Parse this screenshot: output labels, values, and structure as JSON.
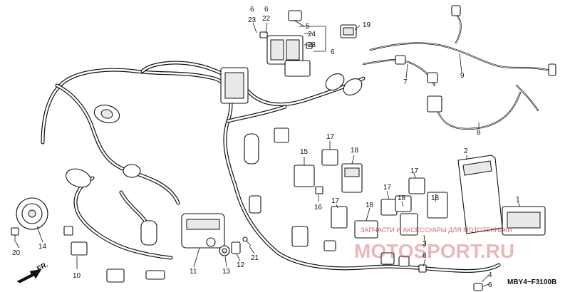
{
  "diagram": {
    "code": "MBY4−F3100B",
    "fr_label": "FR.",
    "callouts": [
      {
        "id": "c6a",
        "label": "6"
      },
      {
        "id": "c23a",
        "label": "23"
      },
      {
        "id": "c6b",
        "label": "6"
      },
      {
        "id": "c22",
        "label": "22"
      },
      {
        "id": "c5",
        "label": "5"
      },
      {
        "id": "c24",
        "label": "24"
      },
      {
        "id": "c23b",
        "label": "23"
      },
      {
        "id": "c6c",
        "label": "6"
      },
      {
        "id": "c19",
        "label": "19"
      },
      {
        "id": "c9",
        "label": "9"
      },
      {
        "id": "c7",
        "label": "7"
      },
      {
        "id": "c8",
        "label": "8"
      },
      {
        "id": "c15",
        "label": "15"
      },
      {
        "id": "c17a",
        "label": "17"
      },
      {
        "id": "c18a",
        "label": "18"
      },
      {
        "id": "c2",
        "label": "2"
      },
      {
        "id": "c17b",
        "label": "17"
      },
      {
        "id": "c17c",
        "label": "17"
      },
      {
        "id": "c18b",
        "label": "18"
      },
      {
        "id": "c16",
        "label": "16"
      },
      {
        "id": "c17d",
        "label": "17"
      },
      {
        "id": "c18c",
        "label": "18"
      },
      {
        "id": "c18d",
        "label": "18"
      },
      {
        "id": "c1",
        "label": "1"
      },
      {
        "id": "c20",
        "label": "20"
      },
      {
        "id": "c14",
        "label": "14"
      },
      {
        "id": "c10",
        "label": "10"
      },
      {
        "id": "c11",
        "label": "11"
      },
      {
        "id": "c13",
        "label": "13"
      },
      {
        "id": "c12",
        "label": "12"
      },
      {
        "id": "c21",
        "label": "21"
      },
      {
        "id": "c3",
        "label": "3"
      },
      {
        "id": "c6d",
        "label": "6"
      },
      {
        "id": "c4",
        "label": "4"
      },
      {
        "id": "c6e",
        "label": "6"
      }
    ]
  },
  "watermark": {
    "line": "ЗАПЧАСТИ И АКСЕССУАРЫ ДЛЯ МОТОТЕХНИКИ",
    "brand": "MOTOSPORT.RU"
  }
}
